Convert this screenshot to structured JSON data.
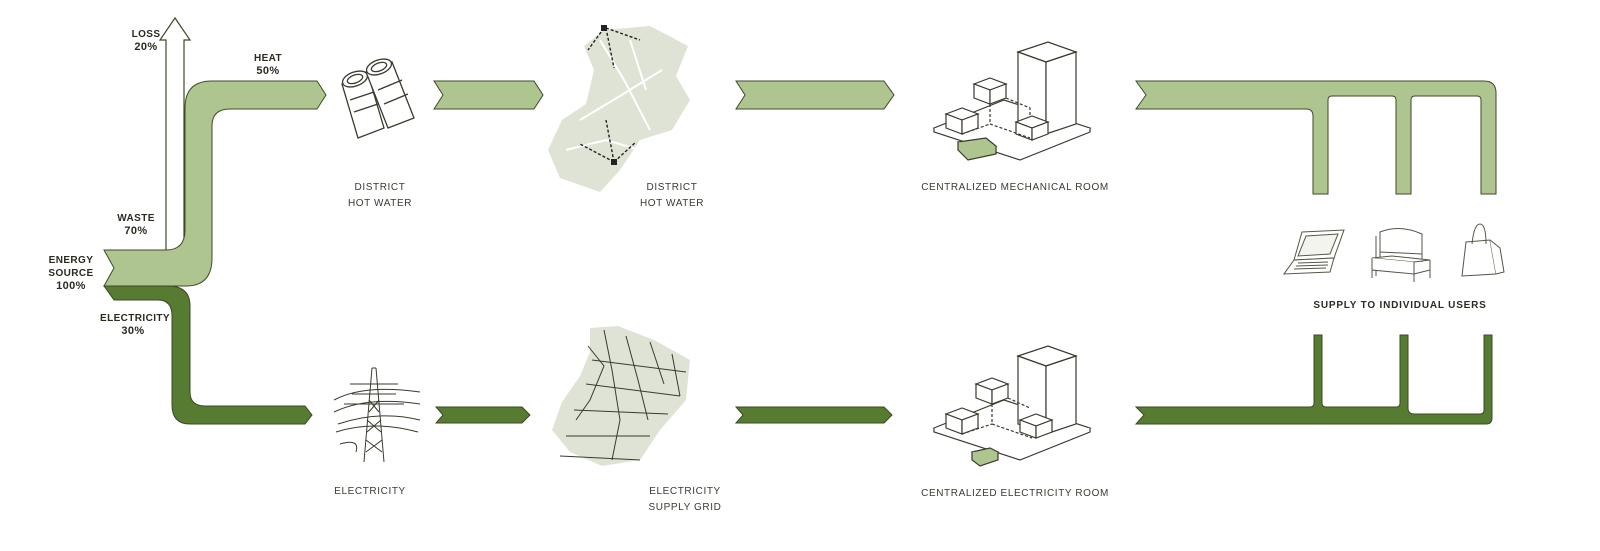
{
  "colors": {
    "heat": "#afc58f",
    "electricity": "#577b30",
    "outline": "#3c4a28",
    "grey": "#dfe3d6"
  },
  "flow": {
    "loss": {
      "label": "LOSS",
      "percent": "20%"
    },
    "heat": {
      "label": "HEAT",
      "percent": "50%"
    },
    "waste": {
      "label": "WASTE",
      "percent": "70%"
    },
    "source": {
      "line1": "ENERGY",
      "line2": "SOURCE",
      "percent": "100%"
    },
    "electricity": {
      "label": "ELECTRICITY",
      "percent": "30%"
    }
  },
  "stages": {
    "heat1": {
      "line1": "DISTRICT",
      "line2": "HOT WATER"
    },
    "heat2": {
      "line1": "DISTRICT",
      "line2": "HOT WATER"
    },
    "heat3": {
      "line1": "CENTRALIZED MECHANICAL ROOM"
    },
    "elec1": {
      "line1": "ELECTRICITY"
    },
    "elec2": {
      "line1": "ELECTRICITY",
      "line2": "SUPPLY GRID"
    },
    "elec3": {
      "line1": "CENTRALIZED ELECTRICITY ROOM"
    },
    "users": {
      "line1": "SUPPLY TO INDIVIDUAL USERS"
    }
  },
  "icons": [
    "pipes-icon",
    "district-map-icon",
    "mechanical-room-icon",
    "pylon-icon",
    "grid-map-icon",
    "electricity-room-icon",
    "laptop-icon",
    "bed-icon",
    "shopping-bag-icon"
  ]
}
